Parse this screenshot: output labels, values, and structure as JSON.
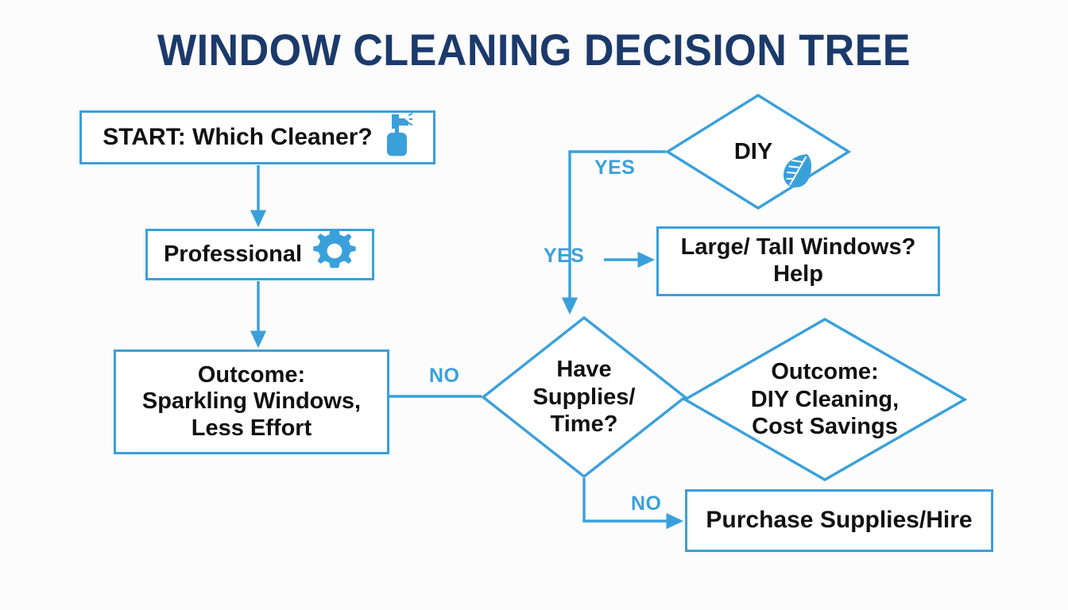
{
  "page": {
    "title": "WINDOW CLEANING DECISION TREE",
    "background_color": "#fcfcfd",
    "title_color": "#1b3a6b",
    "accent_color": "#3aa0da",
    "node_text_color": "#111111"
  },
  "nodes": {
    "start": {
      "label": "START: Which Cleaner?",
      "shape": "rectangle",
      "icon": "spray-bottle-icon"
    },
    "professional": {
      "label": "Professional",
      "shape": "rectangle",
      "icon": "gear-icon"
    },
    "outcome_professional": {
      "line1": "Outcome:",
      "line2": "Sparkling Windows,",
      "line3": "Less Effort",
      "shape": "rectangle"
    },
    "diy": {
      "label": "DIY",
      "shape": "diamond",
      "icon": "leaf-icon"
    },
    "large_tall": {
      "line1": "Large/ Tall Windows?",
      "line2": "Help",
      "shape": "rectangle"
    },
    "have_supplies": {
      "line1": "Have",
      "line2": "Supplies/",
      "line3": "Time?",
      "shape": "diamond"
    },
    "outcome_diy": {
      "line1": "Outcome:",
      "line2": "DIY Cleaning,",
      "line3": "Cost Savings",
      "shape": "diamond"
    },
    "purchase": {
      "label": "Purchase Supplies/Hire",
      "shape": "rectangle"
    }
  },
  "edge_labels": {
    "yes_to_diy": "YES",
    "yes_to_large_tall": "YES",
    "no_to_supplies": "NO",
    "no_to_purchase": "NO"
  }
}
